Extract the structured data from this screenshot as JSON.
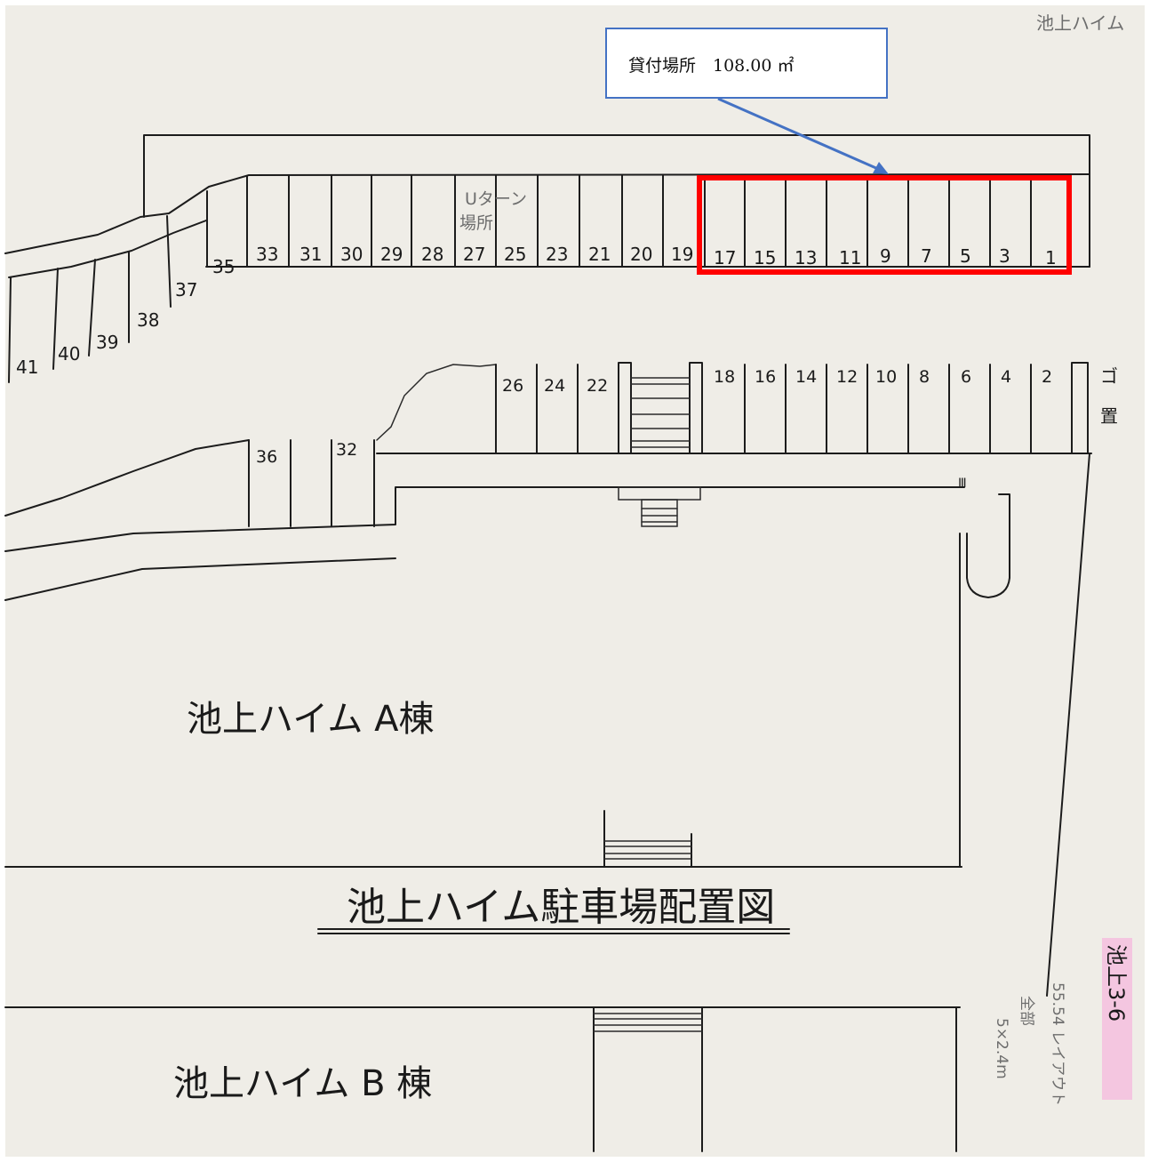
{
  "callout": {
    "text": "貸付場所　108.00 ㎡"
  },
  "corner_label": "池上ハイム",
  "return_area_label": [
    "Uターン",
    "場所"
  ],
  "upper_row_numbers": [
    "41",
    "40",
    "39",
    "38",
    "37",
    "35",
    "33",
    "31",
    "30",
    "29",
    "28",
    "27",
    "25",
    "23",
    "21",
    "20",
    "19",
    "17",
    "15",
    "13",
    "11",
    "9",
    "7",
    "5",
    "3",
    "1"
  ],
  "lower_row_numbers": [
    "36",
    "32",
    "26",
    "24",
    "22",
    "18",
    "16",
    "14",
    "12",
    "10",
    "8",
    "6",
    "4",
    "2"
  ],
  "side_label": [
    "ゴ",
    "置"
  ],
  "building_a": "池上ハイム A棟",
  "building_b": "池上ハイム B 棟",
  "title": "池上ハイム駐車場配置図",
  "right_note": {
    "tag": "池上3-6",
    "lines": [
      "55.54 レイアウト",
      "全部",
      "5×2.4m"
    ]
  },
  "colors": {
    "paper": "#efede7",
    "ink": "#1c1c1c",
    "highlight": "#ff0000",
    "callout_border": "#4472c4",
    "arrow": "#4472c4",
    "pink_tag": "#f4c6e0"
  }
}
